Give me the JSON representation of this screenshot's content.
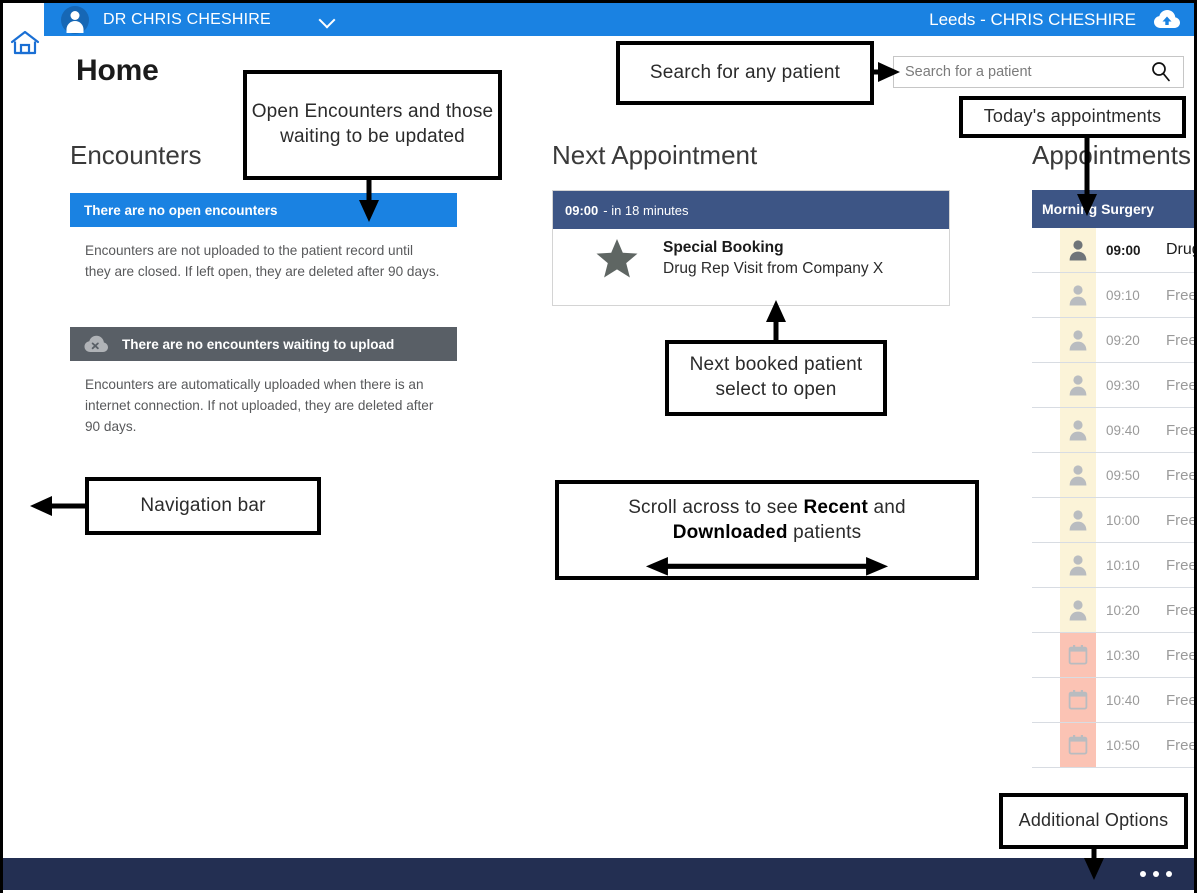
{
  "header": {
    "avatar_name": "avatar",
    "user_name": "DR CHRIS CHESHIRE",
    "dropdown_icon": "chevron-down-icon",
    "location_user": "Leeds - CHRIS CHESHIRE",
    "cloud_icon": "cloud-upload-icon"
  },
  "nav": {
    "home_icon": "home-icon"
  },
  "page": {
    "title": "Home"
  },
  "search": {
    "placeholder": "Search for a patient",
    "value": "",
    "icon": "search-icon"
  },
  "encounters": {
    "heading": "Encounters",
    "open_bar": "There are no open encounters",
    "open_desc": "Encounters are not uploaded to the patient record until they are closed. If left open, they are deleted after 90 days.",
    "upload_bar": "There are no encounters waiting to upload",
    "upload_icon": "cloud-offline-icon",
    "upload_desc": "Encounters are automatically uploaded when there is an internet connection. If not uploaded, they are deleted after 90 days."
  },
  "next_appointment": {
    "heading": "Next Appointment",
    "time": "09:00",
    "countdown": "- in 18 minutes",
    "icon": "star-icon",
    "title": "Special Booking",
    "subtitle": "Drug Rep Visit from Company X"
  },
  "appointments": {
    "heading": "Appointments",
    "session_label": "Morning Surgery",
    "rows": [
      {
        "icon": "person-icon",
        "time": "09:00",
        "label": "Drug Rep Visit from Company X",
        "swatch": "cream",
        "booked": true
      },
      {
        "icon": "person-icon",
        "time": "09:10",
        "label": "Free",
        "swatch": "cream",
        "booked": false
      },
      {
        "icon": "person-icon",
        "time": "09:20",
        "label": "Free",
        "swatch": "cream",
        "booked": false
      },
      {
        "icon": "person-icon",
        "time": "09:30",
        "label": "Free",
        "swatch": "cream",
        "booked": false
      },
      {
        "icon": "person-icon",
        "time": "09:40",
        "label": "Free",
        "swatch": "cream",
        "booked": false
      },
      {
        "icon": "person-icon",
        "time": "09:50",
        "label": "Free",
        "swatch": "cream",
        "booked": false
      },
      {
        "icon": "person-icon",
        "time": "10:00",
        "label": "Free",
        "swatch": "cream",
        "booked": false
      },
      {
        "icon": "person-icon",
        "time": "10:10",
        "label": "Free",
        "swatch": "cream",
        "booked": false
      },
      {
        "icon": "person-icon",
        "time": "10:20",
        "label": "Free",
        "swatch": "cream",
        "booked": false
      },
      {
        "icon": "calendar-icon",
        "time": "10:30",
        "label": "Free",
        "swatch": "pink",
        "booked": false
      },
      {
        "icon": "calendar-icon",
        "time": "10:40",
        "label": "Free",
        "swatch": "pink",
        "booked": false
      },
      {
        "icon": "calendar-icon",
        "time": "10:50",
        "label": "Free",
        "swatch": "pink",
        "booked": false
      }
    ]
  },
  "bottom_bar": {
    "more_icon": "ellipsis-icon"
  },
  "annotations": {
    "encounters": "Open Encounters and those waiting to be updated",
    "search": "Search for any patient",
    "today": "Today's appointments",
    "next": "Next booked patient select to open",
    "nav": "Navigation bar",
    "scroll_pre": "Scroll across to see ",
    "scroll_bold1": "Recent",
    "scroll_mid": " and ",
    "scroll_bold2": "Downloaded",
    "scroll_post": " patients",
    "options": "Additional Options"
  },
  "colors": {
    "header_blue": "#1a82e2",
    "panel_navy": "#3d5585",
    "bottom_navy": "#232f52",
    "gray_bar": "#595f66",
    "cream": "#fbf3d8",
    "pink": "#fbc3b4"
  }
}
